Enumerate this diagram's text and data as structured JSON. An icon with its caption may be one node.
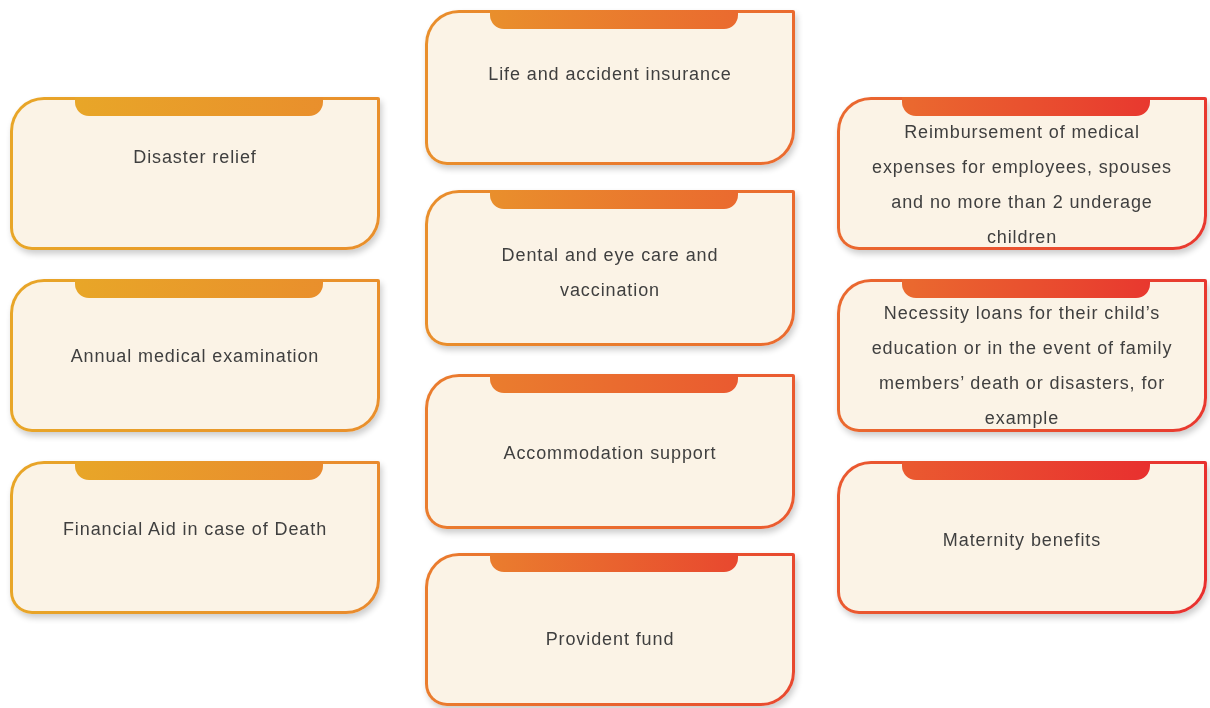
{
  "diagram": {
    "nodes": [
      {
        "text": [
          "Disaster relief"
        ]
      },
      {
        "text": [
          "Annual medical examination"
        ]
      },
      {
        "text": [
          "Financial Aid in case of Death"
        ]
      },
      {
        "text": [
          "Life and accident insurance"
        ]
      },
      {
        "text": [
          "Dental and eye care and vaccination"
        ]
      },
      {
        "text": [
          "Accommodation support"
        ]
      },
      {
        "text": [
          "Provident fund"
        ]
      },
      {
        "text": [
          "Reimbursement of medical expenses for employees, spouses and no more than 2 underage children"
        ]
      },
      {
        "text": [
          "Necessity loans for their child’s education or in the event of family members’ death or disasters, for example"
        ]
      },
      {
        "text": [
          "Maternity benefits"
        ]
      },
      {
        "text": [],
        "shape": "bar",
        "in": 0
      },
      {
        "text": [],
        "shape": "bar",
        "in": 1
      },
      {
        "text": [],
        "shape": "bar",
        "in": 2
      },
      {
        "text": [],
        "shape": "bar",
        "in": 3
      },
      {
        "text": [],
        "shape": "bar",
        "in": 4
      },
      {
        "text": [],
        "shape": "bar",
        "in": 5
      },
      {
        "text": [],
        "shape": "bar",
        "in": 6
      },
      {
        "text": [],
        "shape": "bar",
        "in": 7
      },
      {
        "text": [],
        "shape": "bar",
        "in": 8
      },
      {
        "text": [],
        "shape": "bar",
        "in": 9
      }
    ]
  }
}
